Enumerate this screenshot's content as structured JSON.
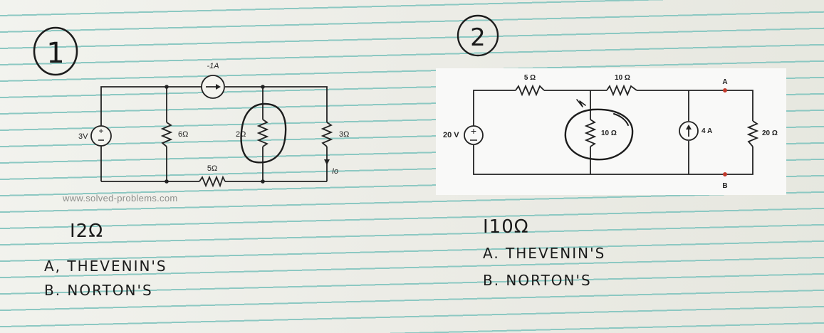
{
  "problem1": {
    "number": "1",
    "current_source": "-1A",
    "voltage_source": "3V",
    "resistors": [
      "6Ω",
      "2Ω",
      "3Ω",
      "5Ω"
    ],
    "output_current": "Io",
    "watermark": "www.solved-problems.com",
    "target": "I2Ω",
    "options": [
      "A, THEVENIN'S",
      "B. NORTON'S"
    ]
  },
  "problem2": {
    "number": "2",
    "voltage_source": "20 V",
    "resistors": [
      "5 Ω",
      "10 Ω",
      "10 Ω",
      "20 Ω"
    ],
    "current_source": "4 A",
    "terminal_a": "A",
    "terminal_b": "B",
    "target": "I10Ω",
    "options": [
      "A. THEVENIN'S",
      "B. NORTON'S"
    ]
  },
  "colors": {
    "ruled_line": "#8cc8c2",
    "ink": "#1a1a1a",
    "printed_wire": "#222222"
  }
}
